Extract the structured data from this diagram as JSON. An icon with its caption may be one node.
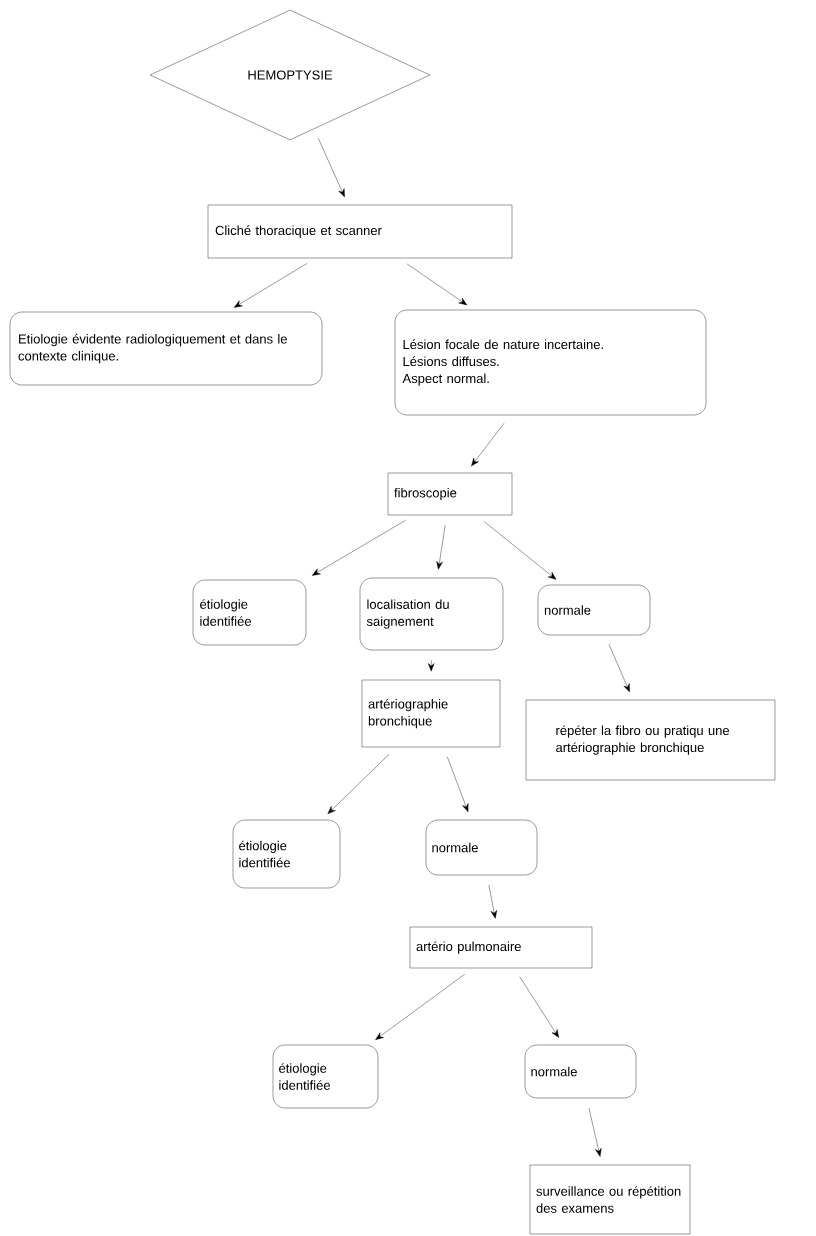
{
  "diagram": {
    "nodes": [
      {
        "text": [
          "HEMOPTYSIE"
        ]
      },
      {
        "text": [
          "Cliché thoracique et scanner"
        ]
      },
      {
        "text": [
          "Etiologie évidente radiologiquement et dans le contexte clinique."
        ]
      },
      {
        "text": [
          "Lésion focale de nature incertaine.",
          "Lésions diffuses.",
          "Aspect normal."
        ]
      },
      {
        "text": [
          "fibroscopie"
        ]
      },
      {
        "text": [
          "étiologie identifiée"
        ]
      },
      {
        "text": [
          "localisation du saignement"
        ]
      },
      {
        "text": [
          "normale"
        ]
      },
      {
        "text": [
          "répéter la fibro ou pratiqu une artériographie bronchique"
        ]
      },
      {
        "text": [
          "artériographie bronchique"
        ]
      },
      {
        "text": [
          "étiologie identifiée"
        ]
      },
      {
        "text": [
          "normale"
        ]
      },
      {
        "text": [
          "artério pulmonaire"
        ]
      },
      {
        "text": [
          "étiologie identifiée"
        ]
      },
      {
        "text": [
          "normale"
        ]
      },
      {
        "text": [
          "surveillance ou répétition des examens"
        ]
      }
    ],
    "edges": [
      {
        "from": 0,
        "to": 1,
        "arrow": "to"
      },
      {
        "from": 1,
        "to": 2,
        "arrow": "to"
      },
      {
        "from": 1,
        "to": 3,
        "arrow": "to"
      },
      {
        "from": 3,
        "to": 4,
        "arrow": "to"
      },
      {
        "from": 4,
        "to": 5,
        "arrow": "to"
      },
      {
        "from": 4,
        "to": 6,
        "arrow": "to"
      },
      {
        "from": 4,
        "to": 7,
        "arrow": "to"
      },
      {
        "from": 7,
        "to": 8,
        "arrow": "to"
      },
      {
        "from": 6,
        "to": 9,
        "arrow": "to"
      },
      {
        "from": 9,
        "to": 10,
        "arrow": "to"
      },
      {
        "from": 9,
        "to": 11,
        "arrow": "to"
      },
      {
        "from": 11,
        "to": 12,
        "arrow": "to"
      },
      {
        "from": 12,
        "to": 13,
        "arrow": "to"
      },
      {
        "from": 12,
        "to": 14,
        "arrow": "to"
      },
      {
        "from": 14,
        "to": 15,
        "arrow": "to"
      }
    ]
  }
}
